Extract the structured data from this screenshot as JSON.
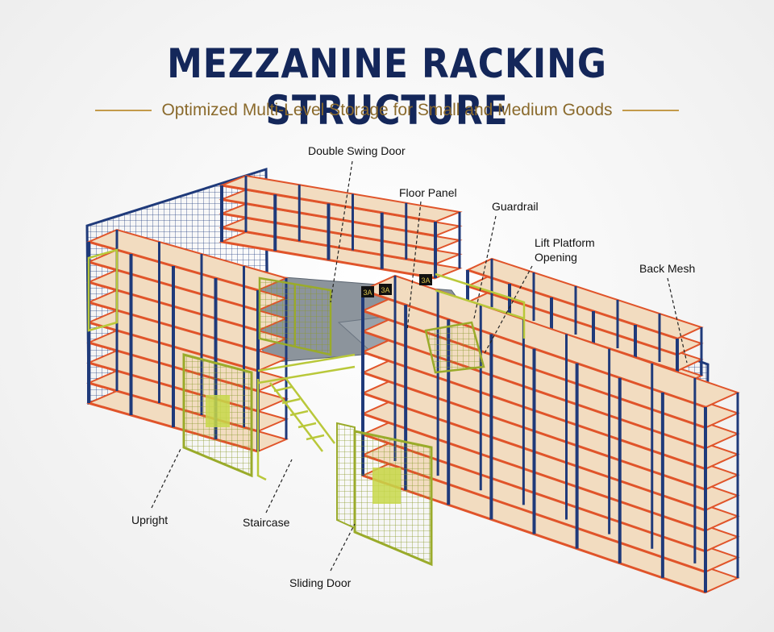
{
  "title": "MEZZANINE RACKING STRUCTURE",
  "subtitle": "Optimized Multi-Level Storage for Small and Medium Goods",
  "labels": {
    "double_swing_door": "Double Swing Door",
    "floor_panel": "Floor Panel",
    "guardrail": "Guardrail",
    "lift_line1": "Lift Platform",
    "lift_line2": "Opening",
    "back_mesh": "Back Mesh",
    "upright": "Upright",
    "staircase": "Staircase",
    "sliding_door": "Sliding Door"
  },
  "rack_tags": [
    "3A",
    "3A",
    "3A"
  ],
  "colors": {
    "title": "#14275a",
    "gold": "#c39a4a",
    "frame_blue": "#1f3a7a",
    "beam_orange": "#e0542a",
    "shelf_board": "#f2dcc0",
    "rail_yellow": "#c8d84a",
    "floor_grey": "#8c949c"
  }
}
